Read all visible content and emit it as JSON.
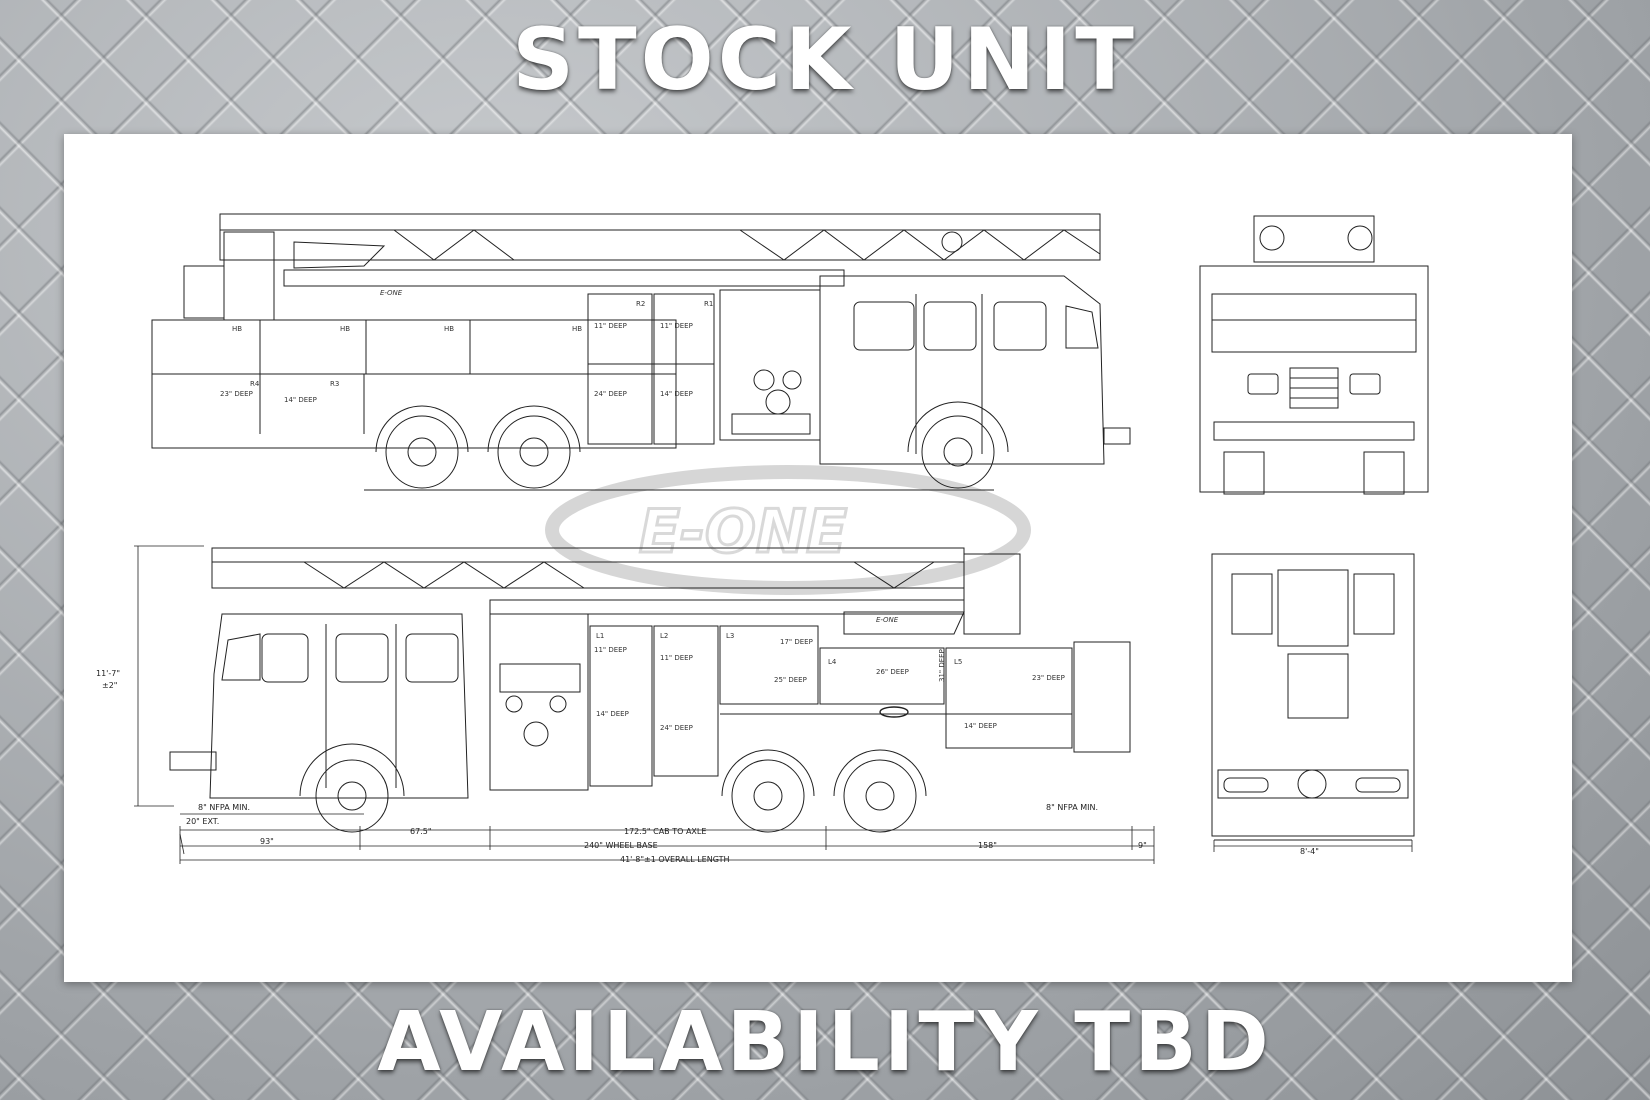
{
  "headline_top": "STOCK UNIT",
  "headline_bottom": "AVAILABILITY TBD",
  "watermark": "E-ONE",
  "truck_badge": "E-ONE",
  "compartments_side": [
    {
      "name": "HB"
    },
    {
      "name": "HB"
    },
    {
      "name": "HB"
    },
    {
      "name": "HB"
    },
    {
      "name": "R4",
      "depth": "23\" DEEP"
    },
    {
      "name": "R3",
      "depth": "14\" DEEP"
    },
    {
      "name": "R2",
      "depth_top": "11\" DEEP",
      "depth_bottom": "24\" DEEP"
    },
    {
      "name": "R1",
      "depth_top": "11\" DEEP",
      "depth_bottom": "14\" DEEP"
    }
  ],
  "compartments_left": [
    {
      "name": "L1",
      "depth_top": "11\" DEEP",
      "depth_bottom": "14\" DEEP"
    },
    {
      "name": "L2",
      "depth_top": "11\" DEEP",
      "depth_bottom": "24\" DEEP"
    },
    {
      "name": "L3",
      "depth_top": "17\" DEEP",
      "depth_bottom": "25\" DEEP"
    },
    {
      "name": "L4",
      "depth_top": "26\" DEEP"
    },
    {
      "name": "L5",
      "depth_top": "23\" DEEP",
      "depth_bottom": "14\" DEEP",
      "depth_side": "31\" DEEP"
    }
  ],
  "dimensions": {
    "height": "11'-7\"",
    "height_tol": "±2\"",
    "front_ext": "20\" EXT.",
    "nfpa_front": "8\" NFPA MIN.",
    "nfpa_rear": "8\" NFPA MIN.",
    "front_overhang": "93\"",
    "cab_len": "67.5\"",
    "cab_to_axle": "172.5\" CAB TO AXLE",
    "wheel_base": "240\" WHEEL BASE",
    "rear_overhang": "158\"",
    "rear_tail": "9\"",
    "overall_length": "41'-8\"±1 OVERALL LENGTH",
    "rear_width": "8'-4\""
  }
}
